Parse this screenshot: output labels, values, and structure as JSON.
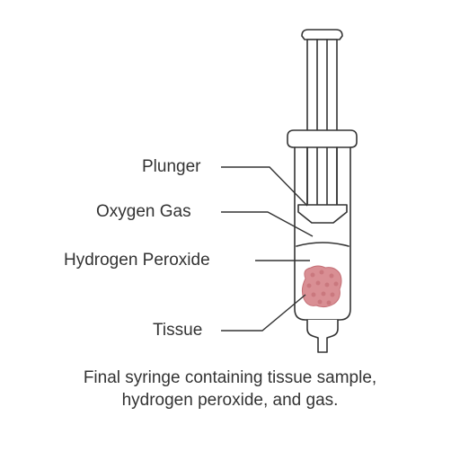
{
  "labels": {
    "plunger": "Plunger",
    "oxygen_gas": "Oxygen Gas",
    "hydrogen_peroxide": "Hydrogen Peroxide",
    "tissue": "Tissue"
  },
  "caption": {
    "line1": "Final syringe containing tissue sample,",
    "line2": "hydrogen peroxide, and gas."
  },
  "colors": {
    "outline": "#333333",
    "tissue": "#d98f94",
    "tissue_dots": "#c46f76",
    "background": "#ffffff"
  }
}
